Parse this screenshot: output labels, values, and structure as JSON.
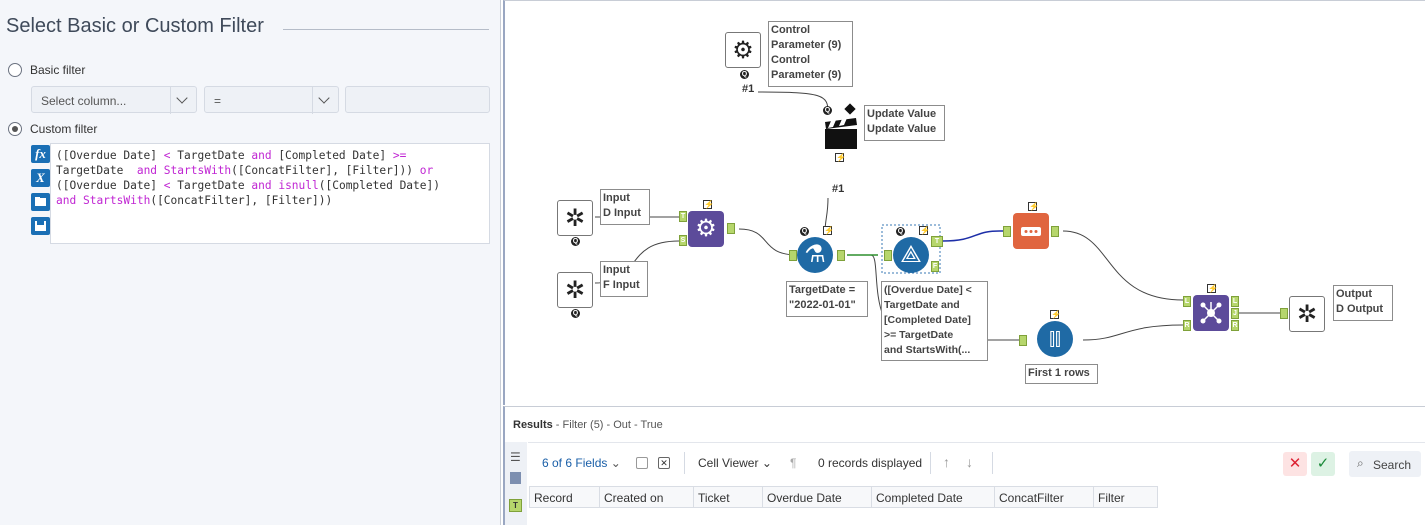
{
  "config": {
    "title": "Select Basic or Custom Filter",
    "basic_filter_label": "Basic filter",
    "select_column_placeholder": "Select column...",
    "operator_value": "=",
    "custom_filter_label": "Custom filter",
    "editor_buttons": [
      "fx",
      "X"
    ],
    "expression_lines": [
      "([Overdue Date] < TargetDate and [Completed Date] >=",
      "TargetDate  and StartsWith([ConcatFilter], [Filter])) or",
      "([Overdue Date] < TargetDate and isnull([Completed Date])",
      "and StartsWith([ConcatFilter], [Filter]))"
    ]
  },
  "canvas": {
    "control_param": {
      "label": "Control\nParameter (9)\nControl\nParameter (9)",
      "connection": "#1"
    },
    "update_value": {
      "label": "Update Value\nUpdate Value",
      "connection": "#1"
    },
    "input_d": {
      "label": "Input\nD Input"
    },
    "input_f": {
      "label": "Input\nF Input"
    },
    "formula": {
      "label": "TargetDate =\n\"2022-01-01\""
    },
    "filter": {
      "label": "([Overdue Date] <\nTargetDate and\n[Completed Date]\n>= TargetDate\nand StartsWith(..."
    },
    "sample": {
      "label": "First 1 rows"
    },
    "output": {
      "label": "Output\nD Output"
    },
    "anchors": {
      "t": "T",
      "f": "F",
      "s": "S",
      "l": "L",
      "j": "J",
      "r": "R"
    }
  },
  "results": {
    "title": "Results",
    "subtitle": " - Filter (5) - Out - True",
    "fields_label": "6 of 6 Fields",
    "viewer_label": "Cell Viewer",
    "records_label": "0 records displayed",
    "search_label": "Search",
    "columns": [
      "Record",
      "Created on",
      "Ticket",
      "Overdue Date",
      "Completed Date",
      "ConcatFilter",
      "Filter"
    ]
  },
  "colors": {
    "accent": "#1a6fb5",
    "purple_tool": "#5c4b9a",
    "blue_tool": "#1f6aa5",
    "orange_tool": "#e0653f",
    "anchor": "#b6d66c",
    "keyword": "#c026d3"
  }
}
